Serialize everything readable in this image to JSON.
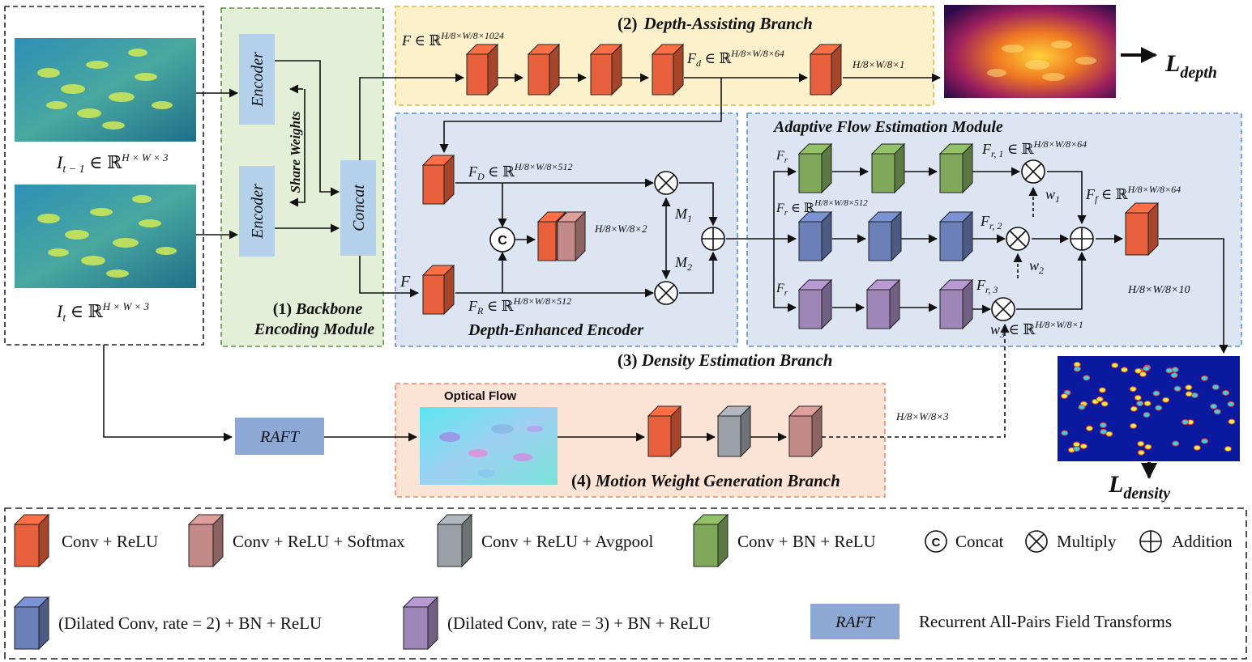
{
  "colors": {
    "conv_relu": "#e8603c",
    "conv_relu_softmax": "#c48a88",
    "conv_relu_avgpool": "#9aa0a6",
    "conv_bn_relu": "#7fa85a",
    "dilated2": "#6b7fb8",
    "dilated3": "#9f86b8",
    "raft": "#8ea8d6",
    "encoder_block": "#b4d0ea",
    "backbone_bg": "#e4efd8",
    "depth_bg": "#fdf1cc",
    "density_bg": "#dde5f3",
    "motion_bg": "#fbe3d6"
  },
  "inputs": {
    "frame_prev": "I_{t−1} ∈ ℝ^{H×W×3}",
    "frame_prev_main": "I",
    "frame_prev_sub": "t − 1",
    "frame_prev_rest": " ∈ ℝ",
    "frame_prev_sup": "H × W × 3",
    "frame_cur_main": "I",
    "frame_cur_sub": "t",
    "frame_cur_rest": " ∈ ℝ",
    "frame_cur_sup": "H × W × 3"
  },
  "backbone": {
    "encoder_1": "Encoder",
    "encoder_2": "Encoder",
    "share_weights": "Share Weights",
    "concat": "Concat",
    "title_num": "(1) ",
    "title_line1": "Backbone",
    "title_line2": "Encoding Module"
  },
  "depth_branch": {
    "title_num": "(2)",
    "title_text": "Depth-Assisting Branch",
    "f_main": "F",
    "f_rest": " ∈ ℝ",
    "f_sup": "H/8×W/8×1024",
    "fd_main": "F",
    "fd_sub": "d",
    "fd_rest": " ∈ ℝ",
    "fd_sup": "H/8×W/8×64",
    "out_dim": "H/8×W/8×1",
    "loss_main": "L",
    "loss_sub": "depth"
  },
  "encoder_module": {
    "fD_main": "F",
    "fD_sub": "D",
    "fD_rest": " ∈ ℝ",
    "fD_sup": "H/8×W/8×512",
    "fR_main": "F",
    "fR_sub": "R",
    "fR_rest": " ∈ ℝ",
    "fR_sup": "H/8×W/8×512",
    "f_label": "F",
    "concat_symbol": "C",
    "mask_dim": "H/8×W/8×2",
    "m1_main": "M",
    "m1_sub": "1",
    "m2_main": "M",
    "m2_sub": "2",
    "title": "Depth-Enhanced Encoder"
  },
  "flow_module": {
    "title": "Adaptive Flow Estimation Module",
    "fr_label": "F",
    "fr_sub": "r",
    "fr2_rest": " ∈ ℝ",
    "fr2_sup": "H/8×W/8×512",
    "fr1_main": "F",
    "fr1_sub": "r, 1",
    "fr1_rest": " ∈ ℝ",
    "fr1_sup": "H/8×W/8×64",
    "frb_main": "F",
    "frb_sub": "r, 2",
    "frc_main": "F",
    "frc_sub": "r, 3",
    "w1_main": "w",
    "w1_sub": "1",
    "w2_main": "w",
    "w2_sub": "2",
    "w3_main": "w",
    "w3_sub": "3",
    "w3_rest": " ∈ ℝ",
    "w3_sup": "H/8×W/8×1",
    "ff_main": "F",
    "ff_sub": "f",
    "ff_rest": " ∈ ℝ",
    "ff_sup": "H/8×W/8×64",
    "out_dim": "H/8×W/8×10"
  },
  "density_branch": {
    "title_num": "(3) ",
    "title_text": "Density Estimation Branch",
    "loss_main": "L",
    "loss_sub": "density"
  },
  "motion_branch": {
    "raft": "RAFT",
    "optical_flow": "Optical Flow",
    "title_num": "(4) ",
    "title_text": "Motion Weight Generation Branch",
    "out_dim": "H/8×W/8×3"
  },
  "legend": {
    "conv_relu": "Conv + ReLU",
    "conv_relu_softmax": "Conv + ReLU + Softmax",
    "conv_relu_avgpool": "Conv + ReLU + Avgpool",
    "conv_bn_relu": "Conv + BN + ReLU",
    "concat_symbol": "C",
    "concat": "Concat",
    "multiply": "Multiply",
    "addition": "Addition",
    "dilated2": "(Dilated Conv, rate = 2) + BN + ReLU",
    "dilated3": "(Dilated Conv, rate = 3) + BN + ReLU",
    "raft": "RAFT",
    "raft_desc": "Recurrent All-Pairs Field Transforms"
  }
}
